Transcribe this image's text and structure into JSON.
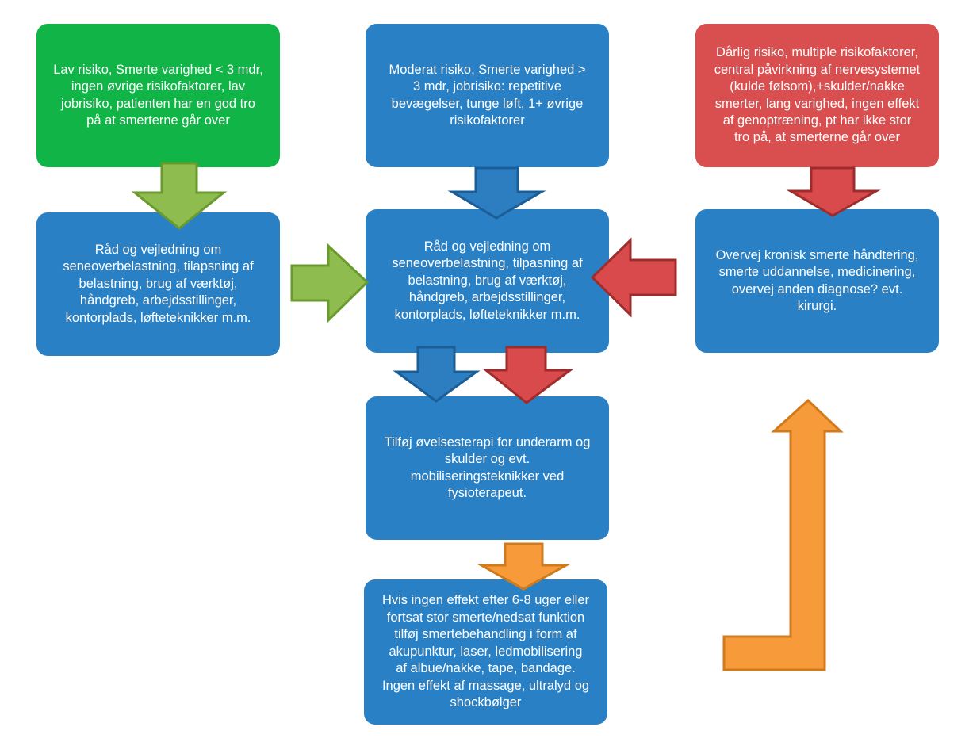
{
  "colors": {
    "blue_box": "#2a80c4",
    "green_box": "#11b446",
    "red_box": "#d94e4f",
    "green_arrow": "#8fbc4e",
    "blue_arrow": "#2c7ec0",
    "red_arrow": "#d84a4b",
    "orange_arrow": "#f79a3a"
  },
  "boxes": {
    "low_risk": "Lav risiko, Smerte varighed < 3 mdr,\ningen øvrige risikofaktorer, lav\njobrisiko, patienten har en god tro\npå at smerterne går over",
    "moderate_risk": "Moderat  risiko, Smerte varighed >\n3 mdr, jobrisiko: repetitive\nbevægelser, tunge løft, 1+ øvrige\nrisikofaktorer",
    "high_risk": "Dårlig risiko, multiple risikofaktorer,\ncentral påvirkning af nervesystemet\n(kulde følsom),+skulder/nakke\nsmerter, lang varighed, ingen effekt\naf genoptræning, pt  har ikke stor\ntro på, at smerterne går over",
    "advice_left": "Råd og vejledning om\nseneoverbelastning, tilapsning af\nbelastning, brug af værktøj,\nhåndgreb, arbejdsstillinger,\nkontorplads, løfteteknikker m.m.",
    "advice_center": "Råd og vejledning om\nseneoverbelastning, tilpasning af\nbelastning, brug af værktøj,\nhåndgreb, arbejdsstillinger,\nkontorplads, løfteteknikker m.m.",
    "chronic": "Overvej kronisk smerte håndtering,\nsmerte uddannelse, medicinering,\novervej anden diagnose? evt.\nkirurgi.",
    "exercise": "Tilføj øvelsesterapi for underarm og\nskulder og evt.\nmobiliseringsteknikker ved\nfysioterapeut.",
    "pain_treatment": "Hvis ingen effekt efter 6-8 uger eller\nfortsat stor smerte/nedsat funktion\ntilføj smertebehandling i form af\nakupunktur, laser, ledmobilisering\naf albue/nakke, tape, bandage.\nIngen effekt af massage, ultralyd og\nshockbølger"
  }
}
